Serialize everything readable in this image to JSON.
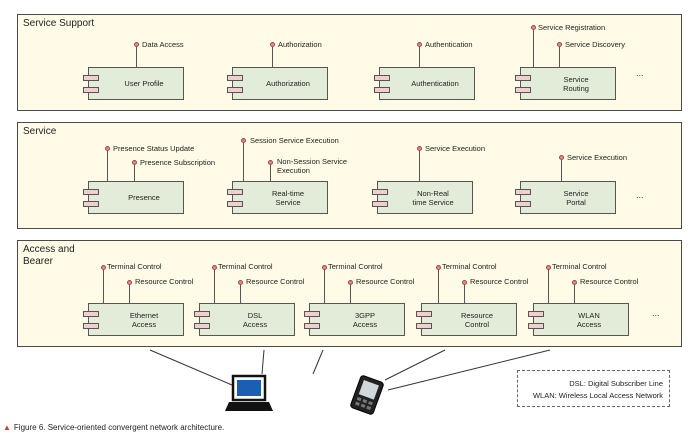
{
  "layers": [
    {
      "title": "Service Support",
      "components": [
        {
          "name": "User Profile",
          "interfaces": [
            "Data Access"
          ]
        },
        {
          "name": "Authorization",
          "interfaces": [
            "Authorization"
          ]
        },
        {
          "name": "Authentication",
          "interfaces": [
            "Authentication"
          ]
        },
        {
          "name": "Service\nRouting",
          "interfaces": [
            "Service Registration",
            "Service Discovery"
          ]
        }
      ],
      "ellipsis": "..."
    },
    {
      "title": "Service",
      "components": [
        {
          "name": "Presence",
          "interfaces": [
            "Presence Status Update",
            "Presence Subscription"
          ]
        },
        {
          "name": "Real-time\nService",
          "interfaces": [
            "Session Service Execution",
            "Non-Session Service\nExecution"
          ]
        },
        {
          "name": "Non-Real\ntime Service",
          "interfaces": [
            "Service Execution"
          ]
        },
        {
          "name": "Service\nPortal",
          "interfaces": [
            "Service Execution"
          ]
        }
      ],
      "ellipsis": "..."
    },
    {
      "title": "Access and\nBearer",
      "components": [
        {
          "name": "Ethernet\nAccess",
          "interfaces": [
            "Terminal Control",
            "Resource Control"
          ]
        },
        {
          "name": "DSL\nAccess",
          "interfaces": [
            "Terminal Control",
            "Resource Control"
          ]
        },
        {
          "name": "3GPP\nAccess",
          "interfaces": [
            "Terminal Control",
            "Resource Control"
          ]
        },
        {
          "name": "Resource\nControl",
          "interfaces": [
            "Terminal Control",
            "Resource Control"
          ]
        },
        {
          "name": "WLAN\nAccess",
          "interfaces": [
            "Terminal Control",
            "Resource Control"
          ]
        }
      ],
      "ellipsis": "..."
    }
  ],
  "devices": [
    "laptop-icon",
    "pda-icon"
  ],
  "legend": [
    "DSL: Digital Subscriber Line",
    "WLAN: Wireless Local Access Network"
  ],
  "caption": "Figure 6. Service-oriented convergent network architecture.",
  "colors": {
    "layer_fill": "#fffbe6",
    "component_fill": "#e3ecd9",
    "component_tab": "#f3cece",
    "interface_ball": "#e38a8a"
  }
}
